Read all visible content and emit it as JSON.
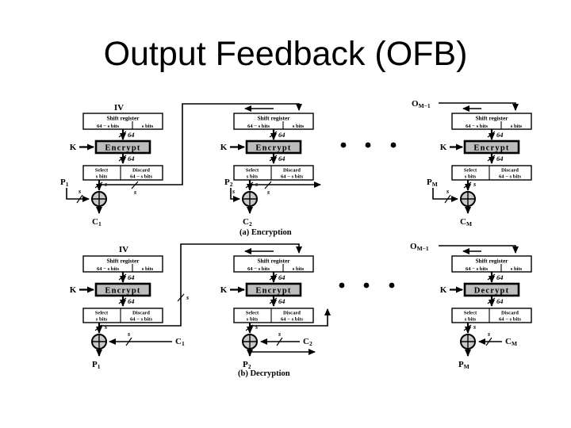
{
  "title": "Output Feedback (OFB)",
  "sections": {
    "a": "(a) Encryption",
    "b": "(b) Decryption"
  },
  "shared": {
    "iv": "IV",
    "key": "K",
    "width64": "64",
    "s": "s",
    "shift_register": "Shift register",
    "reg_left": "64 − s bits",
    "reg_right": "s bits",
    "select_line1": "Select",
    "select_line2": "s bits",
    "discard_line1": "Discard",
    "discard_line2": "64 − s bits",
    "o_base": "O",
    "o_sub": "M−1"
  },
  "blocks": {
    "enc1": {
      "fn": "Encrypt",
      "in_base": "P",
      "in_sub": "1",
      "out_base": "C",
      "out_sub": "1"
    },
    "enc2": {
      "fn": "Encrypt",
      "in_base": "P",
      "in_sub": "2",
      "out_base": "C",
      "out_sub": "2"
    },
    "encM": {
      "fn": "Encrypt",
      "in_base": "P",
      "in_sub": "M",
      "out_base": "C",
      "out_sub": "M"
    },
    "dec1": {
      "fn": "Encrypt",
      "in_base": "C",
      "in_sub": "1",
      "out_base": "P",
      "out_sub": "1"
    },
    "dec2": {
      "fn": "Encrypt",
      "in_base": "C",
      "in_sub": "2",
      "out_base": "P",
      "out_sub": "2"
    },
    "decM": {
      "fn": "Decrypt",
      "in_base": "C",
      "in_sub": "M",
      "out_base": "P",
      "out_sub": "M"
    }
  },
  "colors": {
    "fn_box_fill": "#bdbdbd",
    "xor_fill": "#c9c9c9"
  }
}
